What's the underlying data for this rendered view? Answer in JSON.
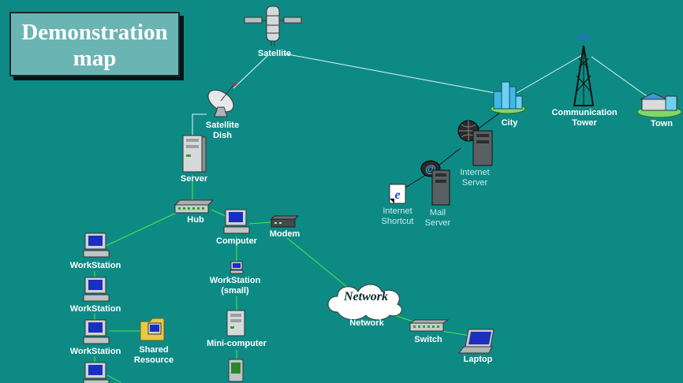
{
  "title": {
    "line1": "Demonstration",
    "line2": "map"
  },
  "nodes": {
    "satellite": "Satellite",
    "satellite_dish_1": "Satellite",
    "satellite_dish_2": "Dish",
    "server": "Server",
    "hub": "Hub",
    "computer": "Computer",
    "modem": "Modem",
    "workstation_1": "WorkStation",
    "workstation_2": "WorkStation",
    "workstation_3": "WorkStation",
    "workstation_small_1": "WorkStation",
    "workstation_small_2": "(small)",
    "shared_resource_1": "Shared",
    "shared_resource_2": "Resource",
    "mini_computer": "Mini-computer",
    "network_cloud": "Network",
    "network": "Network",
    "switch": "Switch",
    "laptop": "Laptop",
    "city": "City",
    "communication_tower_1": "Communication",
    "communication_tower_2": "Tower",
    "town": "Town",
    "internet_server_1": "Internet",
    "internet_server_2": "Server",
    "mail_server_1": "Mail",
    "mail_server_2": "Server",
    "internet_shortcut_1": "Internet",
    "internet_shortcut_2": "Shortcut"
  },
  "colors": {
    "background": "#0e8a85",
    "link_green": "#44ee44",
    "link_white": "#e8f6f6",
    "link_dark": "#111111"
  }
}
